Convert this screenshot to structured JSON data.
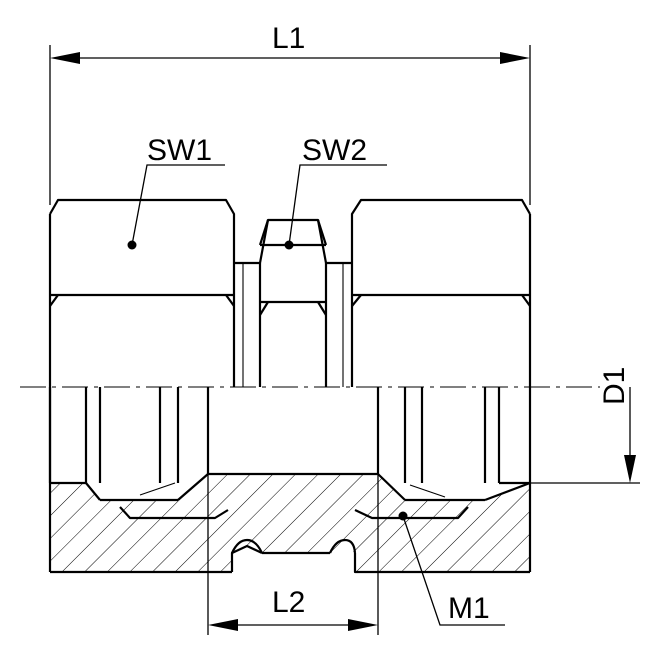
{
  "labels": {
    "L1": "L1",
    "SW1": "SW1",
    "SW2": "SW2",
    "D1": "D1",
    "L2": "L2",
    "M1": "M1"
  },
  "colors": {
    "stroke": "#000000",
    "background": "#ffffff"
  }
}
